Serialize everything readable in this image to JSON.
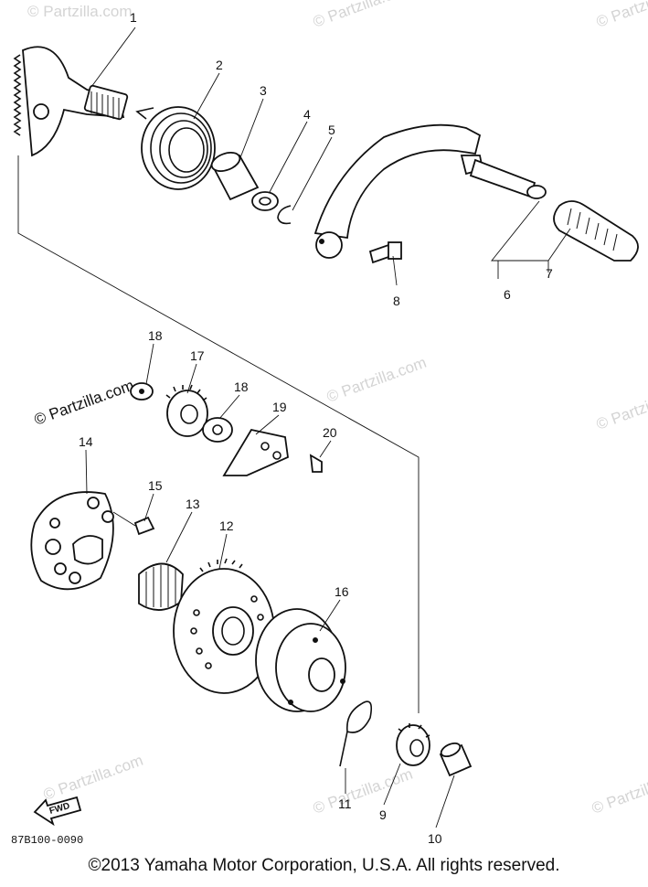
{
  "watermark": {
    "text": "© Partzilla.com"
  },
  "callouts": {
    "c1": "1",
    "c2": "2",
    "c3": "3",
    "c4": "4",
    "c5": "5",
    "c6": "6",
    "c7": "7",
    "c8": "8",
    "c9": "9",
    "c10": "10",
    "c11": "11",
    "c12": "12",
    "c13": "13",
    "c14": "14",
    "c15": "15",
    "c16": "16",
    "c17": "17",
    "c18a": "18",
    "c18b": "18",
    "c19": "19",
    "c20": "20"
  },
  "fwd_label": "FWD",
  "diagram_code": "87B100-0090",
  "copyright": "©2013 Yamaha Motor Corporation, U.S.A. All rights reserved."
}
